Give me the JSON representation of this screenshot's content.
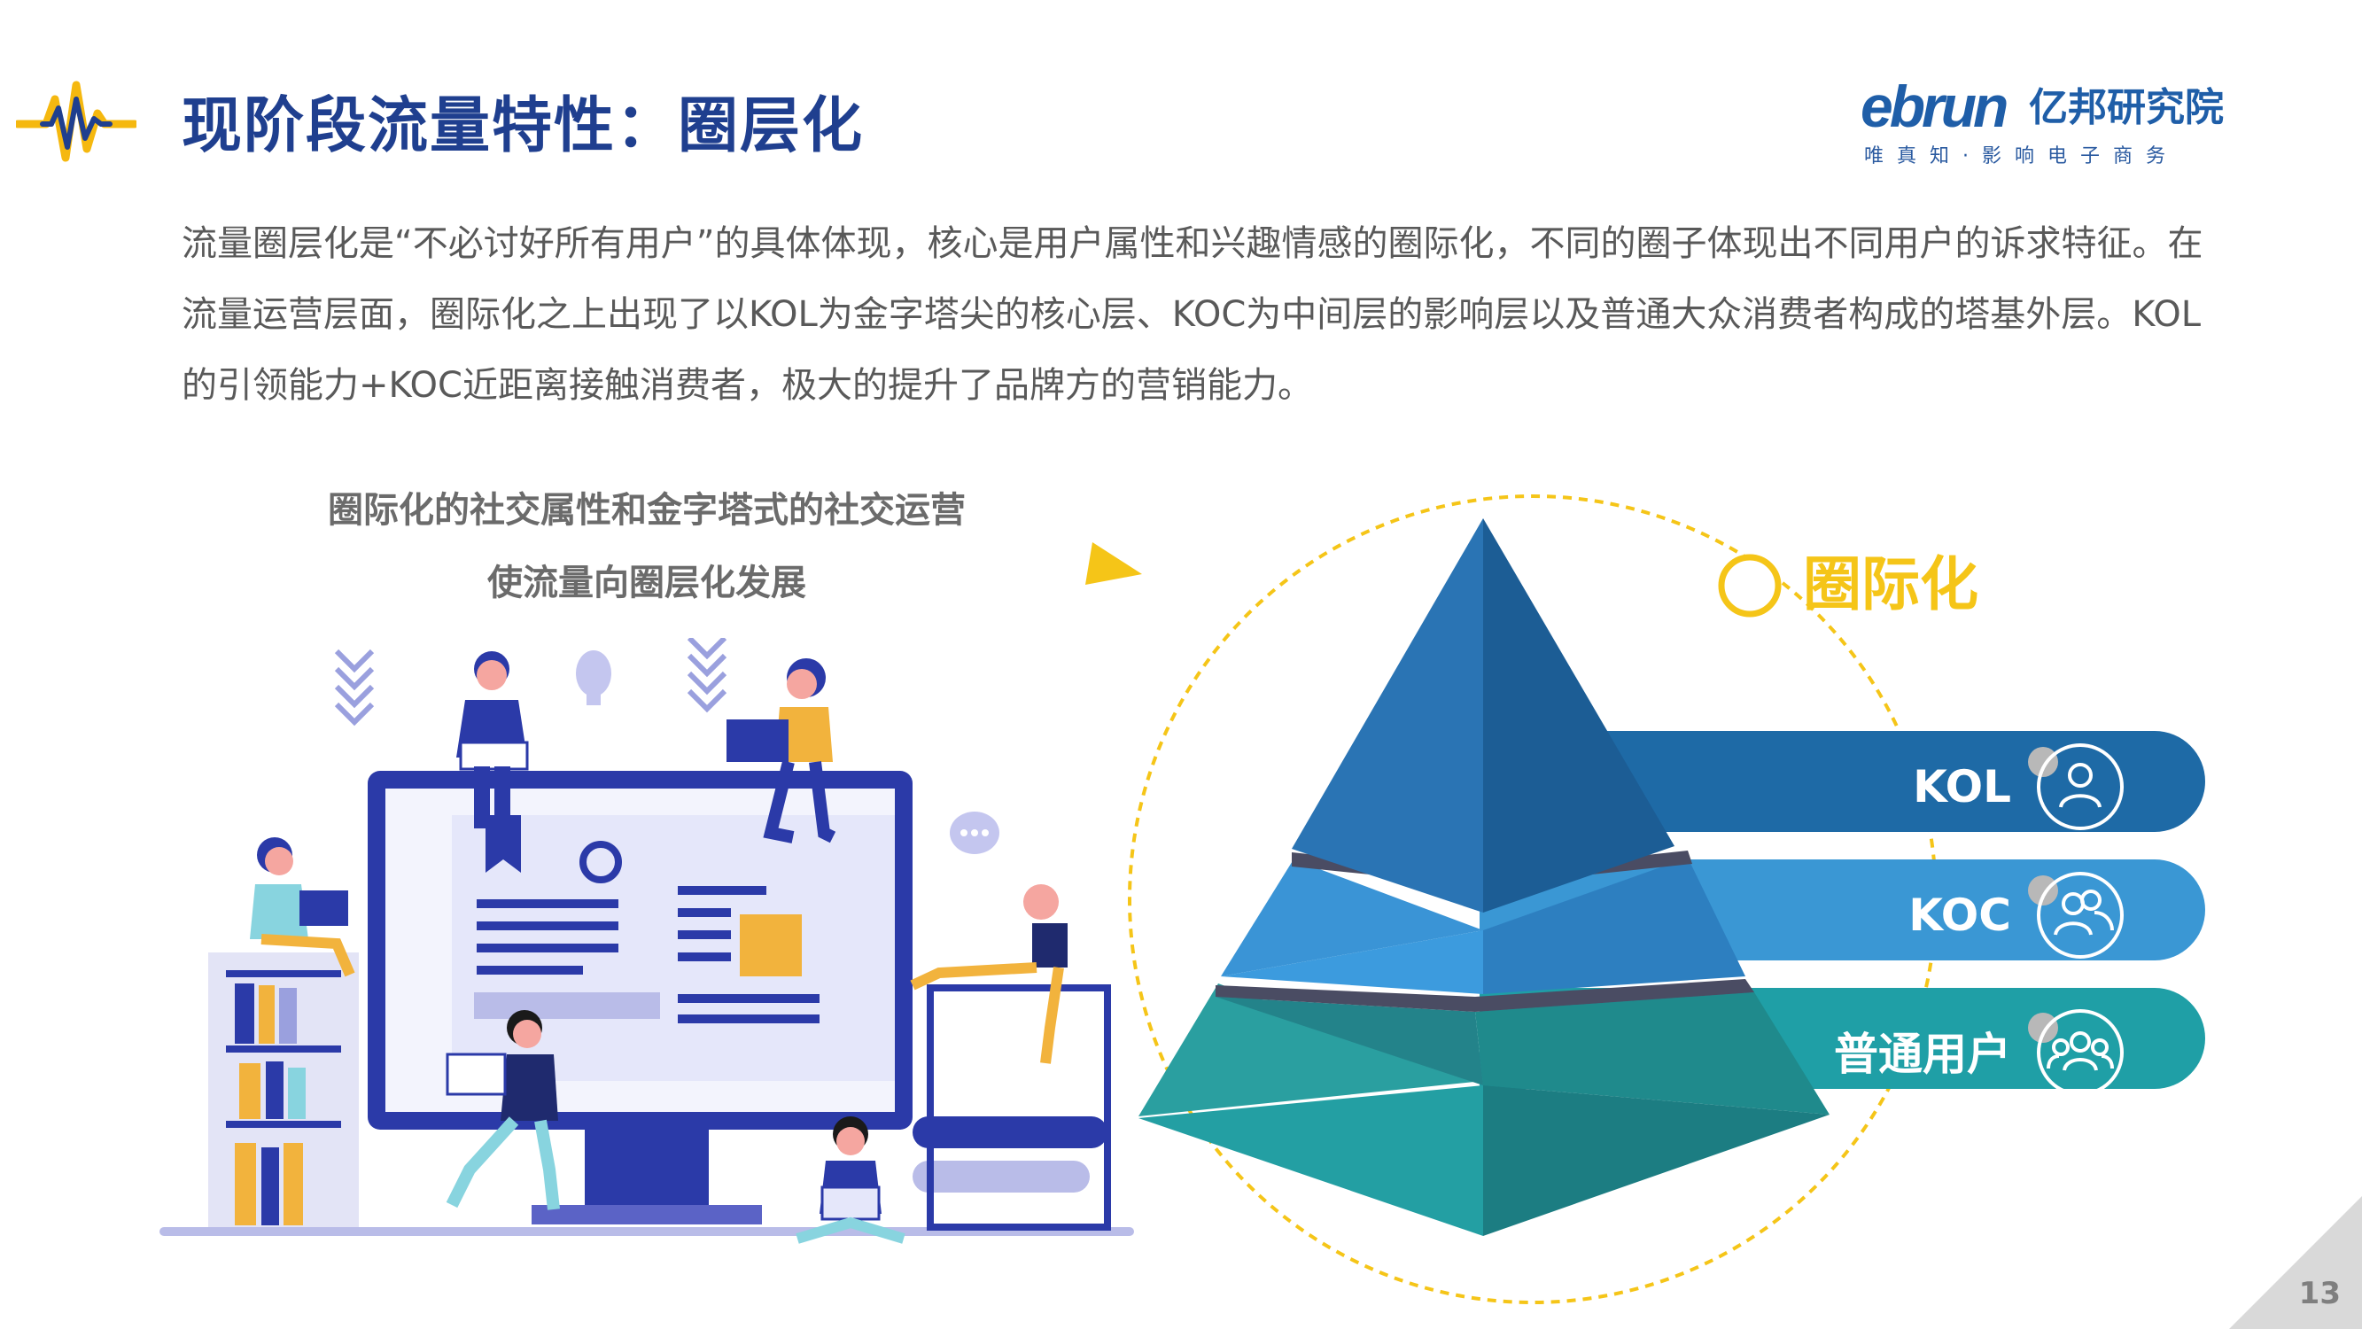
{
  "header": {
    "title": "现阶段流量特性：圈层化",
    "logo_word": "ebrun",
    "logo_cn": "亿邦研究院",
    "logo_tagline": "唯真知·影响电子商务"
  },
  "intro": {
    "text": "流量圈层化是“不必讨好所有用户”的具体体现，核心是用户属性和兴趣情感的圈际化，不同的圈子体现出不同用户的诉求特征。在流量运营层面，圈际化之上出现了以KOL为金字塔尖的核心层、KOC为中间层的影响层以及普通大众消费者构成的塔基外层。KOL的引领能力+KOC近距离接触消费者，极大的提升了品牌方的营销能力。"
  },
  "caption": {
    "line1": "圈际化的社交属性和金字塔式的社交运营",
    "line2": "使流量向圈层化发展"
  },
  "diagram": {
    "circle_label": "圈际化",
    "tiers": [
      {
        "label": "KOL",
        "icon": "person-icon",
        "color": "#1e6aa6"
      },
      {
        "label": "KOC",
        "icon": "two-people-icon",
        "color": "#3a97d4"
      },
      {
        "label": "普通用户",
        "icon": "group-icon",
        "color": "#1f9fa6"
      }
    ],
    "accent_color": "#f5c518"
  },
  "page": {
    "number": "13"
  }
}
